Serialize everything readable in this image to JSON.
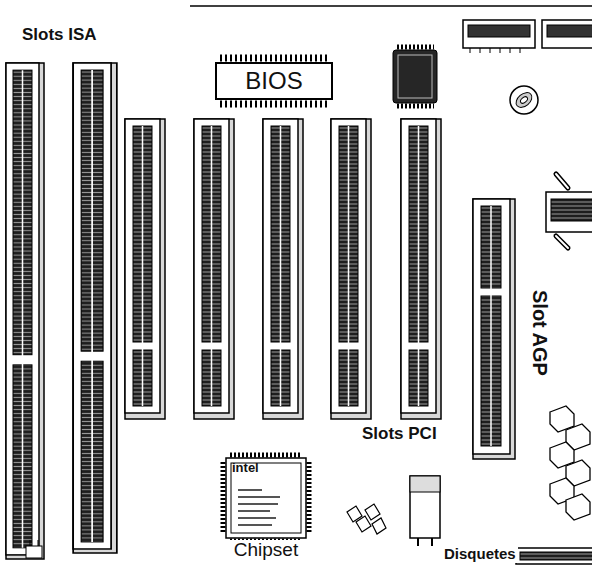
{
  "diagram": {
    "nodes": [
      {
        "text": [
          "BIOS"
        ]
      },
      {
        "text": [
          "intel",
          "Chipset"
        ]
      }
    ],
    "labels": [
      "Slots ISA",
      "Slots PCI",
      "Slot AGP",
      "Disquetes"
    ]
  }
}
